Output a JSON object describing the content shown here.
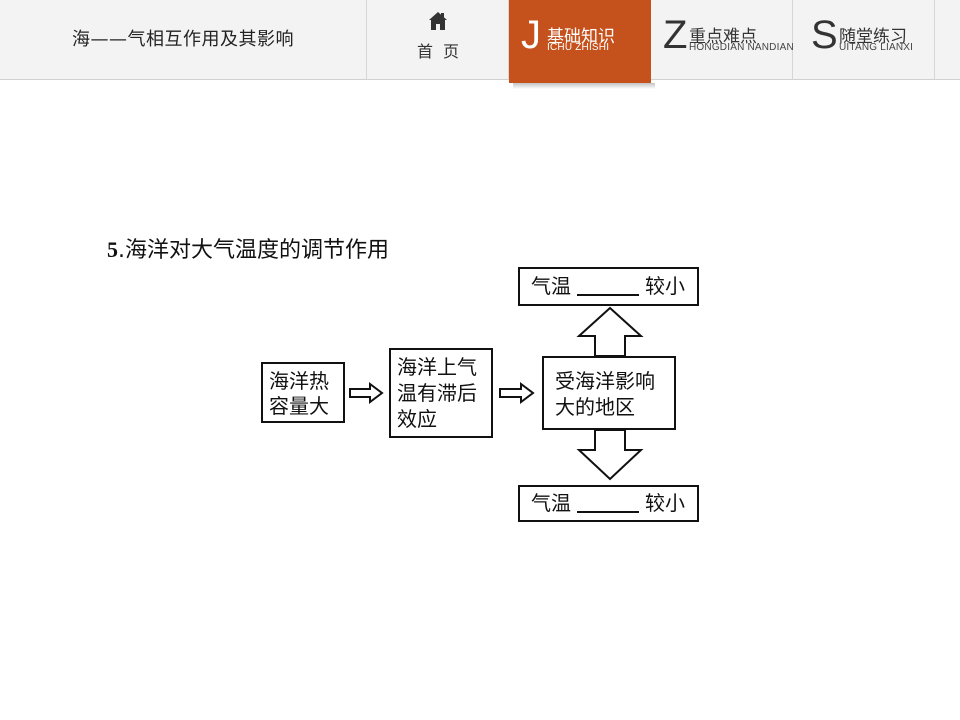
{
  "nav": {
    "title": "海——气相互作用及其影响",
    "home_label": "首页",
    "tabs": [
      {
        "letter": "J",
        "label": "基础知识",
        "pinyin": "ICHU ZHISHI",
        "active": true
      },
      {
        "letter": "Z",
        "label": "重点难点",
        "pinyin": "HONGDIAN NANDIAN",
        "active": false
      },
      {
        "letter": "S",
        "label": "随堂练习",
        "pinyin": "UITANG LIANXI",
        "active": false
      }
    ],
    "active_color": "#c5511c"
  },
  "content": {
    "heading_number": "5",
    "heading_text": ".海洋对大气温度的调节作用",
    "diagram": {
      "box_heat_line1": "海洋热",
      "box_heat_line2": "容量大",
      "box_lag_line1": "海洋上气",
      "box_lag_line2": "温有滞后",
      "box_lag_line3": "效应",
      "box_ocean_line1": "受海洋影响",
      "box_ocean_line2": "大的地区",
      "top_prefix": "气温",
      "top_suffix": "较小",
      "bottom_prefix": "气温",
      "bottom_suffix": "较小"
    }
  }
}
